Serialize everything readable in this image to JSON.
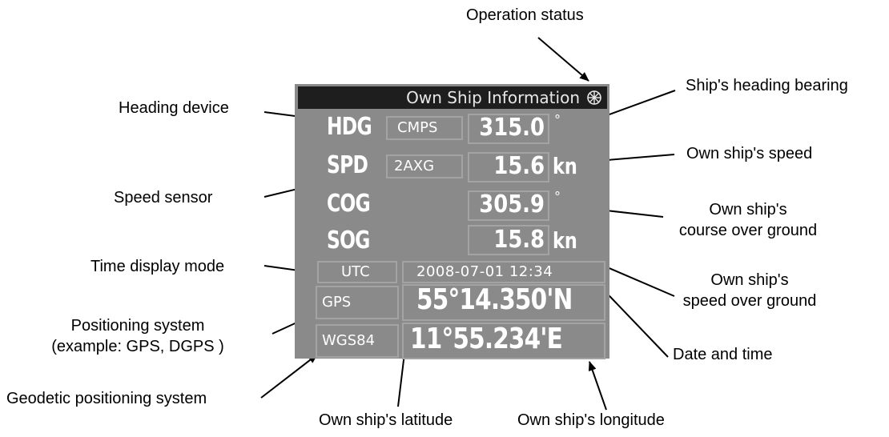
{
  "panel": {
    "title": "Own Ship Information",
    "rows": {
      "hdg": {
        "label": "HDG",
        "source": "CMPS",
        "value": "315.0",
        "unit": "°"
      },
      "spd": {
        "label": "SPD",
        "source": "2AXG",
        "value": "15.6",
        "unit": "kn"
      },
      "cog": {
        "label": "COG",
        "value": "305.9",
        "unit": "°"
      },
      "sog": {
        "label": "SOG",
        "value": "15.8",
        "unit": "kn"
      }
    },
    "time_mode": "UTC",
    "datetime": "2008-07-01 12:34",
    "positioning_system": "GPS",
    "geodetic_system": "WGS84",
    "latitude": "55°14.350'N",
    "longitude": "11°55.234'E"
  },
  "callouts": {
    "operation_status": "Operation status",
    "heading_device": "Heading device",
    "heading_bearing": "Ship's heading bearing",
    "own_speed": "Own ship's speed",
    "speed_sensor": "Speed sensor",
    "cog_line1": "Own ship's",
    "cog_line2": "course over ground",
    "time_display_mode": "Time display mode",
    "sog_line1": "Own ship's",
    "sog_line2": "speed over ground",
    "positioning_line1": "Positioning system",
    "positioning_line2": "(example: GPS, DGPS )",
    "date_time": "Date and time",
    "geodetic": "Geodetic positioning system",
    "latitude": "Own ship's latitude",
    "longitude": "Own ship's longitude"
  }
}
